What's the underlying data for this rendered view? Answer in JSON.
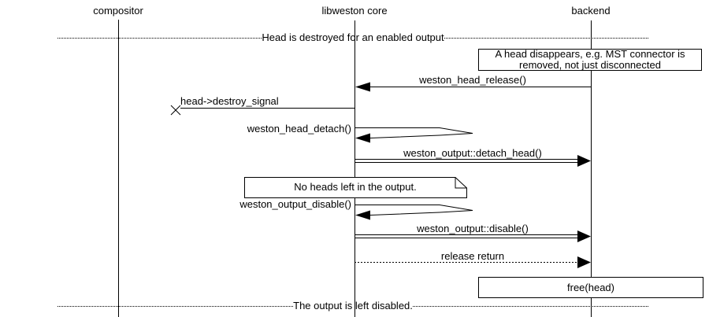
{
  "colors": {
    "line": "#000000",
    "background": "#ffffff"
  },
  "actors": [
    {
      "label": "compositor"
    },
    {
      "label": "libweston core"
    },
    {
      "label": "backend"
    }
  ],
  "dividers": {
    "top": "Head is destroyed for an enabled output",
    "bottom": "The output is left disabled."
  },
  "notes": {
    "head_disappears": "A head disappears, e.g. MST connector is removed, not just disconnected",
    "no_heads": "No heads left in the output.",
    "free_head": "free(head)"
  },
  "messages": {
    "head_release": "weston_head_release()",
    "destroy_signal": "head->destroy_signal",
    "head_detach": "weston_head_detach()",
    "detach_head": "weston_output::detach_head()",
    "output_disable": "weston_output_disable()",
    "output_disable_call": "weston_output::disable()",
    "release_return": "release return"
  }
}
